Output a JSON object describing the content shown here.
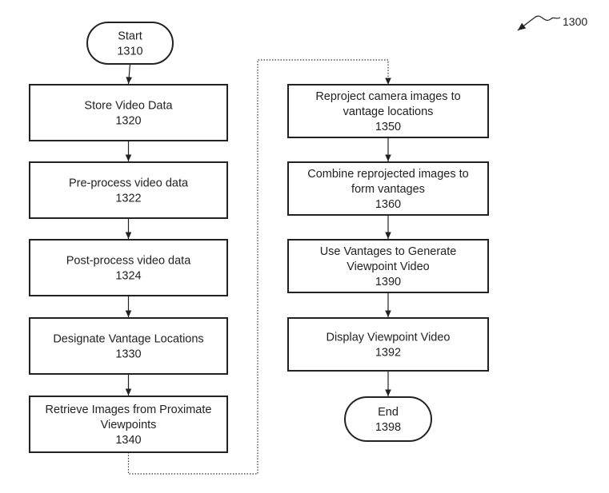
{
  "figure_ref": "1300",
  "nodes": [
    {
      "id": "start",
      "shape": "terminal",
      "lines": [
        "Start"
      ],
      "number": "1310"
    },
    {
      "id": "n1320",
      "shape": "process",
      "lines": [
        "Store Video Data"
      ],
      "number": "1320"
    },
    {
      "id": "n1322",
      "shape": "process",
      "lines": [
        "Pre-process video data"
      ],
      "number": "1322"
    },
    {
      "id": "n1324",
      "shape": "process",
      "lines": [
        "Post-process video data"
      ],
      "number": "1324"
    },
    {
      "id": "n1330",
      "shape": "process",
      "lines": [
        "Designate Vantage Locations"
      ],
      "number": "1330"
    },
    {
      "id": "n1340",
      "shape": "process",
      "lines": [
        "Retrieve Images from Proximate",
        "Viewpoints"
      ],
      "number": "1340"
    },
    {
      "id": "n1350",
      "shape": "process",
      "lines": [
        "Reproject camera images to",
        "vantage locations"
      ],
      "number": "1350"
    },
    {
      "id": "n1360",
      "shape": "process",
      "lines": [
        "Combine reprojected images to",
        "form vantages"
      ],
      "number": "1360"
    },
    {
      "id": "n1390",
      "shape": "process",
      "lines": [
        "Use Vantages to Generate",
        "Viewpoint Video"
      ],
      "number": "1390"
    },
    {
      "id": "n1392",
      "shape": "process",
      "lines": [
        "Display Viewpoint Video"
      ],
      "number": "1392"
    },
    {
      "id": "end",
      "shape": "terminal",
      "lines": [
        "End"
      ],
      "number": "1398"
    }
  ],
  "edges": [
    {
      "from": "start",
      "to": "n1320"
    },
    {
      "from": "n1320",
      "to": "n1322"
    },
    {
      "from": "n1322",
      "to": "n1324"
    },
    {
      "from": "n1324",
      "to": "n1330"
    },
    {
      "from": "n1330",
      "to": "n1340"
    },
    {
      "from": "n1340",
      "to": "n1350",
      "style": "dotted"
    },
    {
      "from": "n1350",
      "to": "n1360"
    },
    {
      "from": "n1360",
      "to": "n1390"
    },
    {
      "from": "n1390",
      "to": "n1392"
    },
    {
      "from": "n1392",
      "to": "end"
    }
  ]
}
